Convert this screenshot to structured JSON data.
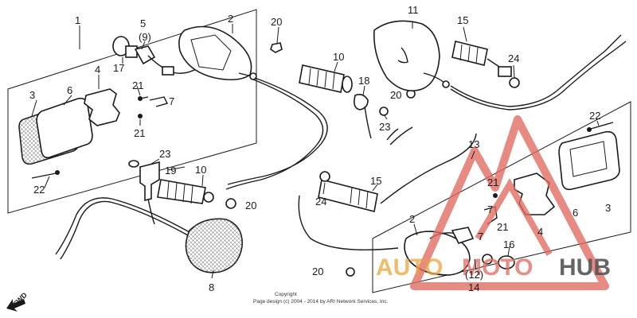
{
  "callouts": [
    "1",
    "2",
    "5",
    "(9)",
    "20",
    "17",
    "4",
    "21",
    "7",
    "21",
    "6",
    "3",
    "22",
    "23",
    "19",
    "10",
    "20",
    "8",
    "10",
    "18",
    "20",
    "23",
    "11",
    "15",
    "24",
    "15",
    "24",
    "20",
    "13",
    "22",
    "21",
    "7",
    "21",
    "7",
    "4",
    "6",
    "3",
    "2",
    "16",
    "(12)",
    "14"
  ],
  "copyright": {
    "heading": "Copyright",
    "line": "Page design (c) 2004 - 2014 by ARI Network Services, Inc."
  },
  "fwd_label": "FWD",
  "watermark": {
    "part1": "AUTO",
    "part2": "MOTO",
    "part3": "HUB",
    "colors": {
      "auto": "#e8a53a",
      "moto": "#e06a60",
      "hub": "#555555"
    }
  }
}
